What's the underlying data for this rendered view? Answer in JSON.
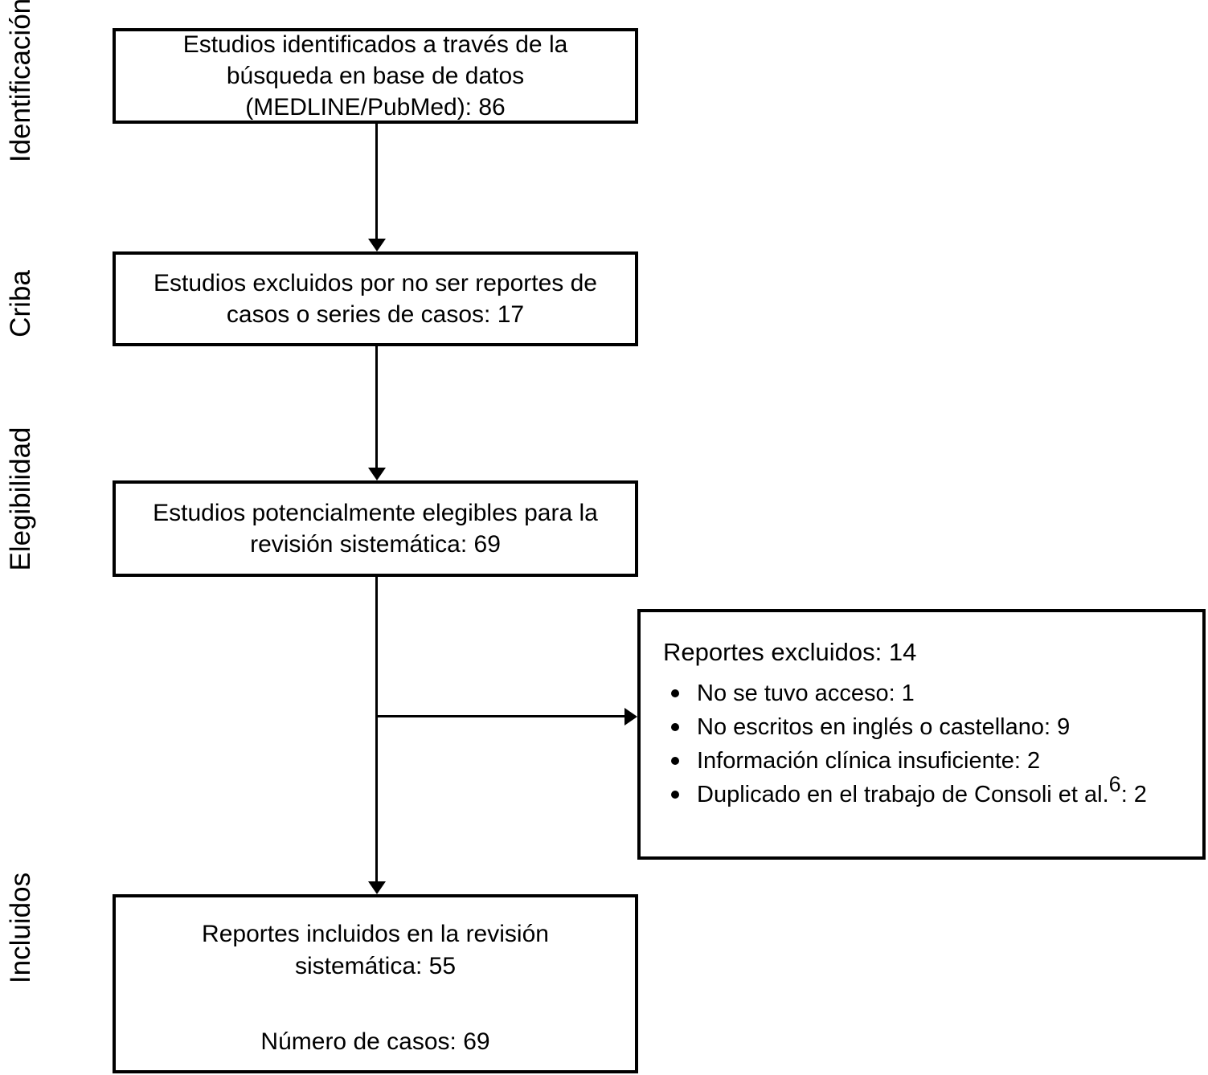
{
  "figure": {
    "type": "prisma-flow-diagram",
    "colors": {
      "line": "#000000",
      "background": "#ffffff",
      "text": "#000000"
    },
    "stages": {
      "identification": "Identificación",
      "screening": "Criba",
      "eligibility": "Elegibilidad",
      "included": "Incluidos"
    },
    "boxes": {
      "identified": {
        "lines": [
          "Estudios identificados a través de la",
          "búsqueda en base de datos",
          "(MEDLINE/PubMed): 86"
        ],
        "count": 86
      },
      "screened_out": {
        "lines": [
          "Estudios excluidos por no ser reportes de",
          "casos o series de casos: 17"
        ],
        "count": 17
      },
      "eligible": {
        "lines": [
          "Estudios potencialmente elegibles para la",
          "revisión sistemática: 69"
        ],
        "count": 69
      },
      "excluded_reports": {
        "title": "Reportes excluidos: 14",
        "count": 14,
        "items": [
          {
            "text": "No se tuvo acceso: 1"
          },
          {
            "text": "No escritos en inglés o castellano: 9"
          },
          {
            "text": "Información clínica insuficiente: 2"
          },
          {
            "text": "Duplicado en el trabajo de Consoli et al.",
            "reference_sup": "6",
            "suffix": ": 2"
          }
        ]
      },
      "included_reports": {
        "lines": [
          "Reportes incluidos en la revisión",
          "sistemática: 55"
        ],
        "count": 55,
        "cases_line": "Número de casos: 69",
        "cases_count": 69
      }
    }
  }
}
